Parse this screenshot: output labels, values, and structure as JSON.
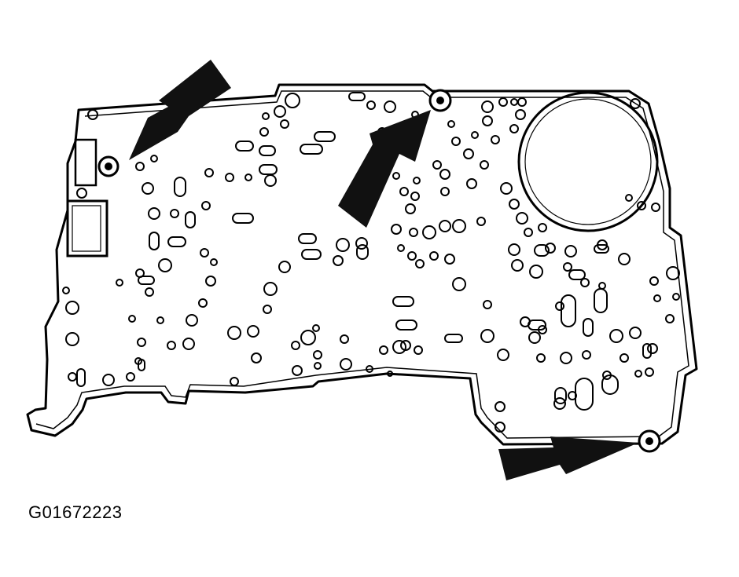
{
  "figure": {
    "id": "G01672223",
    "ink_color": "#000000",
    "paper_color": "#ffffff"
  },
  "callouts": {
    "arrow_count": 3,
    "bolt_count": 3
  }
}
